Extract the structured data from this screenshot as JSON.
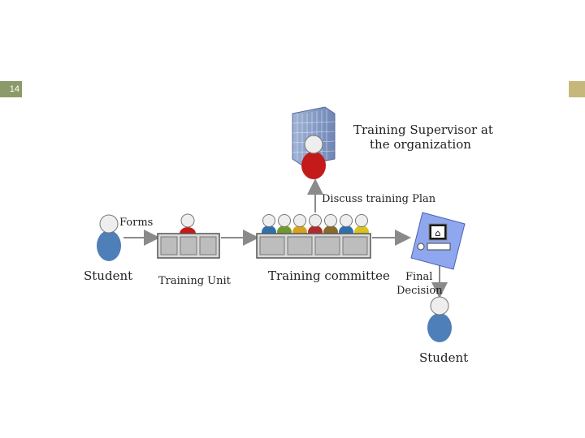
{
  "slide": {
    "number": "14"
  },
  "diagram": {
    "forms_label": "Forms",
    "student_label": "Student",
    "training_unit_label": "Training Unit",
    "training_committee_label": "Training committee",
    "supervisor_label_line1": "Training Supervisor at",
    "supervisor_label_line2": "the organization",
    "discuss_label": "Discuss training Plan",
    "final_decision_line1": "Final",
    "final_decision_line2": "Decision",
    "student_final_label": "Student"
  },
  "colors": {
    "person_blue": "#4f7fb8",
    "person_red": "#c41a1a",
    "arrow_gray": "#8a8a8a",
    "slide_number_bg": "#8c9a6a",
    "accent_square": "#c6b87a"
  },
  "committee_member_colors": [
    "#2e6fae",
    "#6e9a2c",
    "#d9a21c",
    "#b22a2a",
    "#8a6a2a",
    "#2e6fae",
    "#d9c21c"
  ]
}
